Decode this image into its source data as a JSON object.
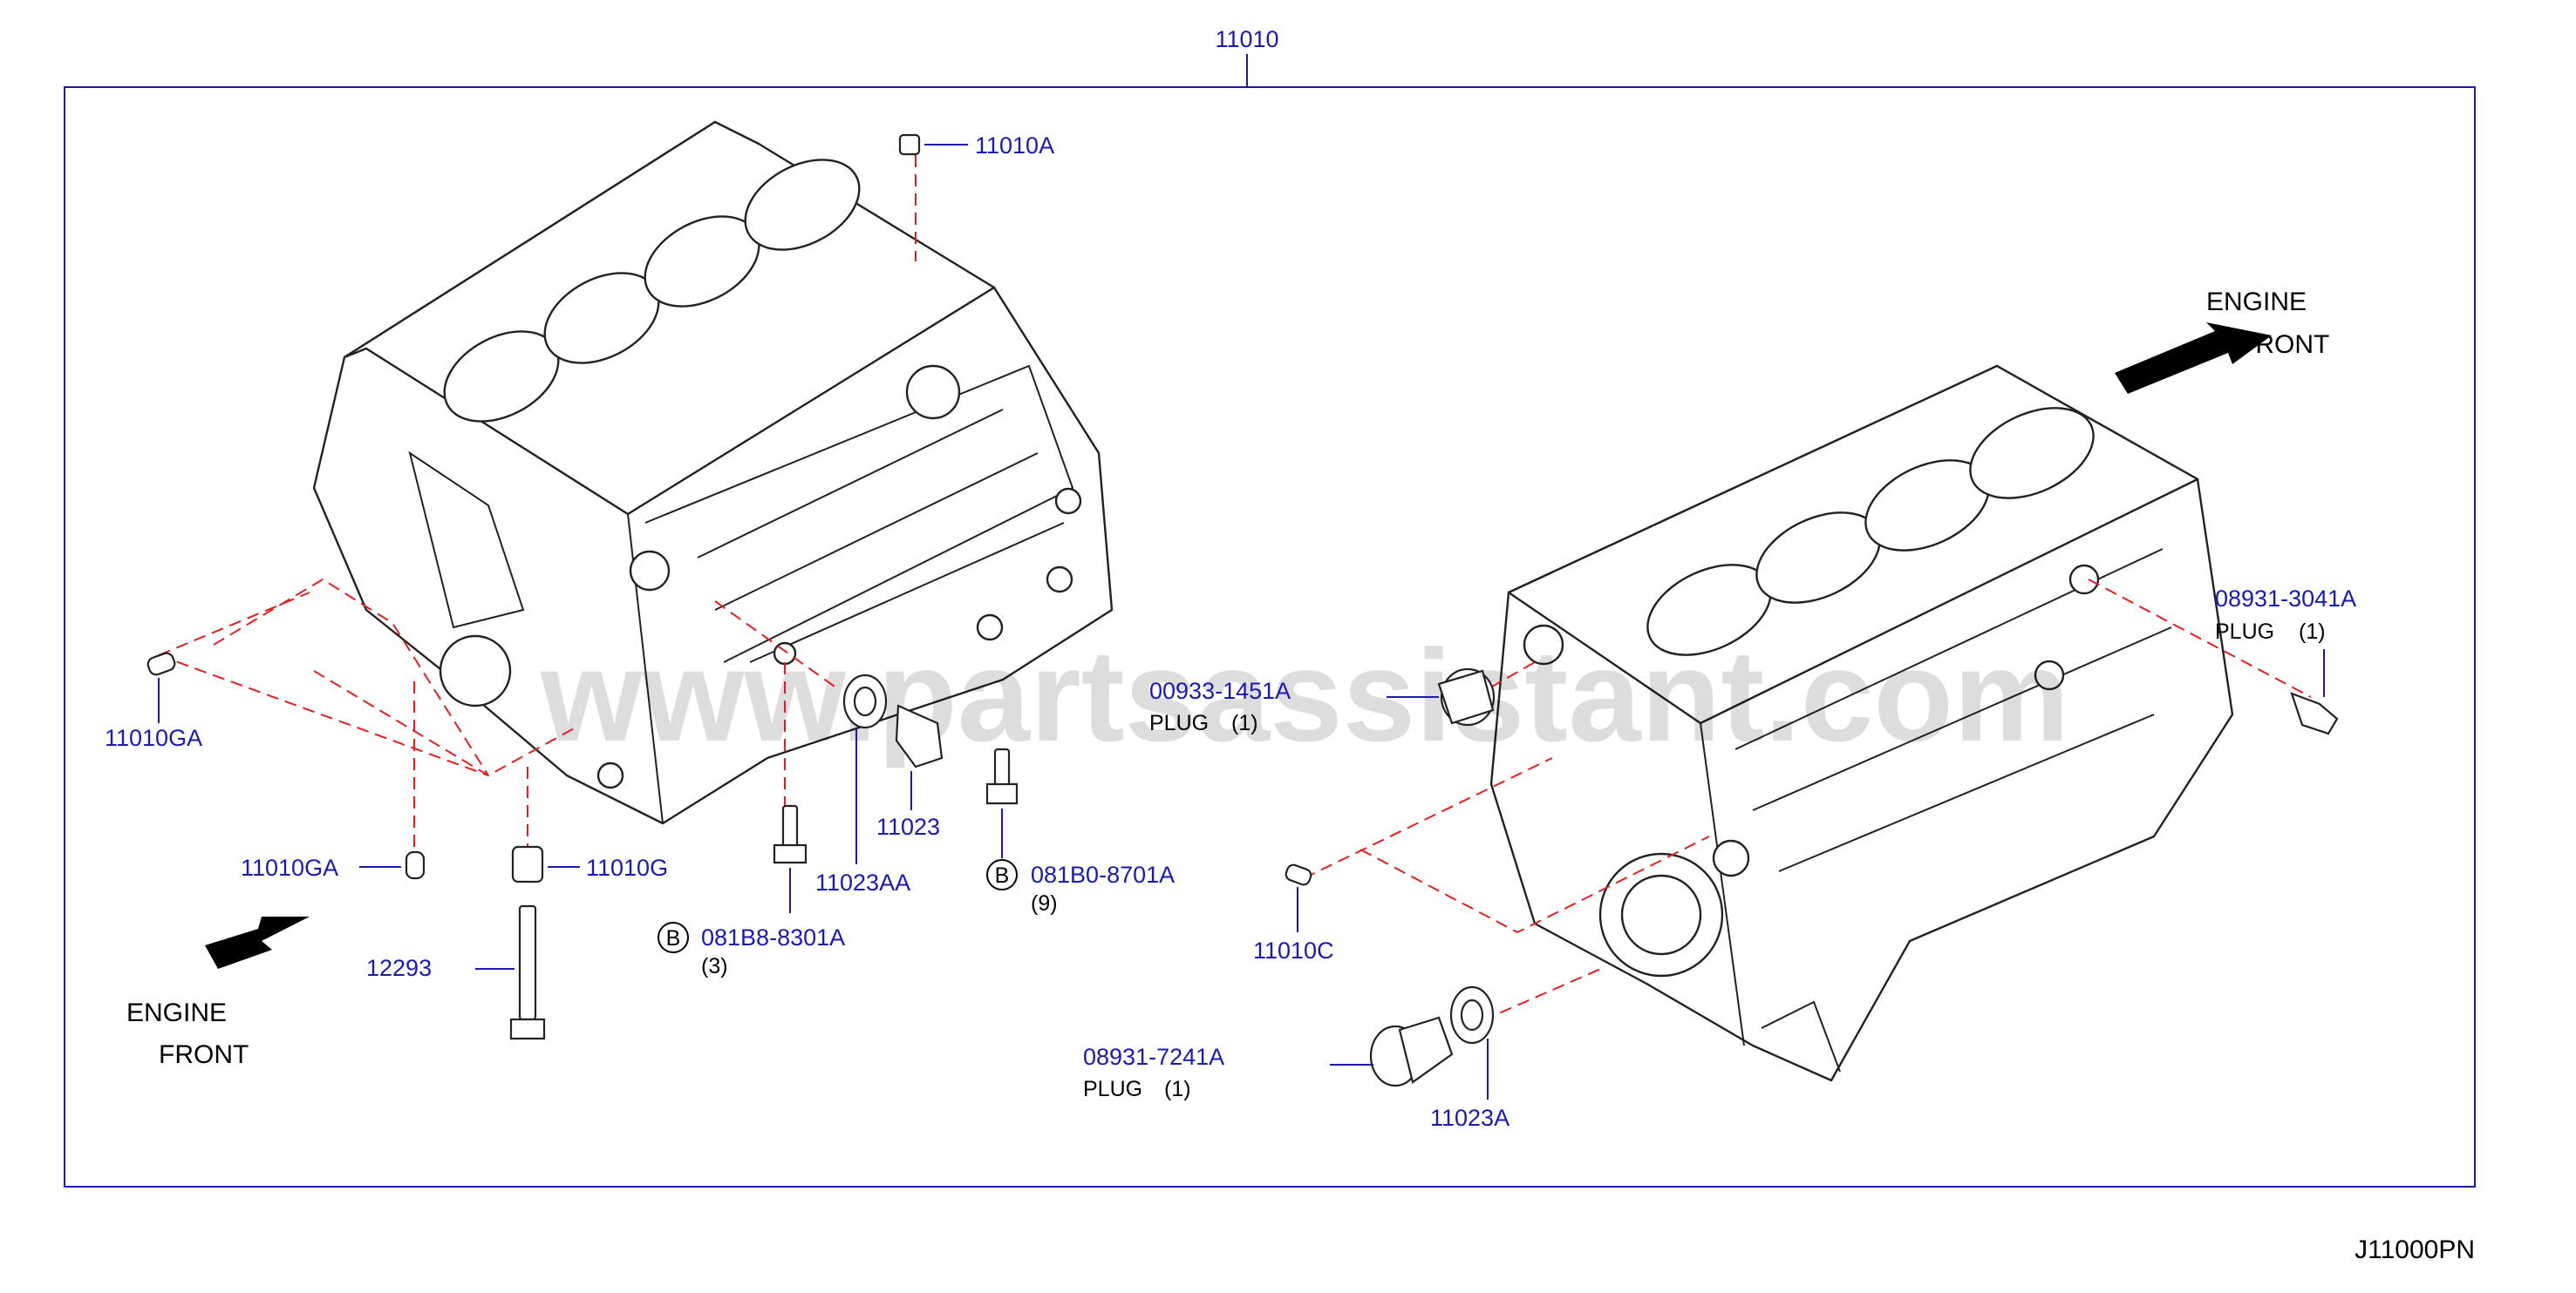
{
  "header": {
    "assembly_number": "11010"
  },
  "footer": {
    "diagram_code": "J11000PN"
  },
  "watermark": {
    "text": "www.partsassistant.com"
  },
  "direction": {
    "left": {
      "line1": "ENGINE",
      "line2": "FRONT"
    },
    "right": {
      "line1": "ENGINE",
      "line2": "FRONT"
    }
  },
  "callouts": {
    "p11010A": {
      "number": "11010A"
    },
    "p11010GA_upper": {
      "number": "11010GA"
    },
    "p11010GA_lower": {
      "number": "11010GA"
    },
    "p11010G": {
      "number": "11010G"
    },
    "p12293": {
      "number": "12293"
    },
    "p081B8": {
      "marker": "B",
      "number": "081B8-8301A",
      "qty": "(3)"
    },
    "p11023AA": {
      "number": "11023AA"
    },
    "p11023": {
      "number": "11023"
    },
    "p081B0": {
      "marker": "B",
      "number": "081B0-8701A",
      "qty": "(9)"
    },
    "p00933": {
      "number": "00933-1451A",
      "desc": "PLUG",
      "qty": "(1)"
    },
    "p08931_3041": {
      "number": "08931-3041A",
      "desc": "PLUG",
      "qty": "(1)"
    },
    "p11010C": {
      "number": "11010C"
    },
    "p08931_7241": {
      "number": "08931-7241A",
      "desc": "PLUG",
      "qty": "(1)"
    },
    "p11023A": {
      "number": "11023A"
    }
  },
  "colors": {
    "callout": "#1a1ab0",
    "dashed_guide": "#e02020",
    "frame": "#1a1ab0"
  }
}
